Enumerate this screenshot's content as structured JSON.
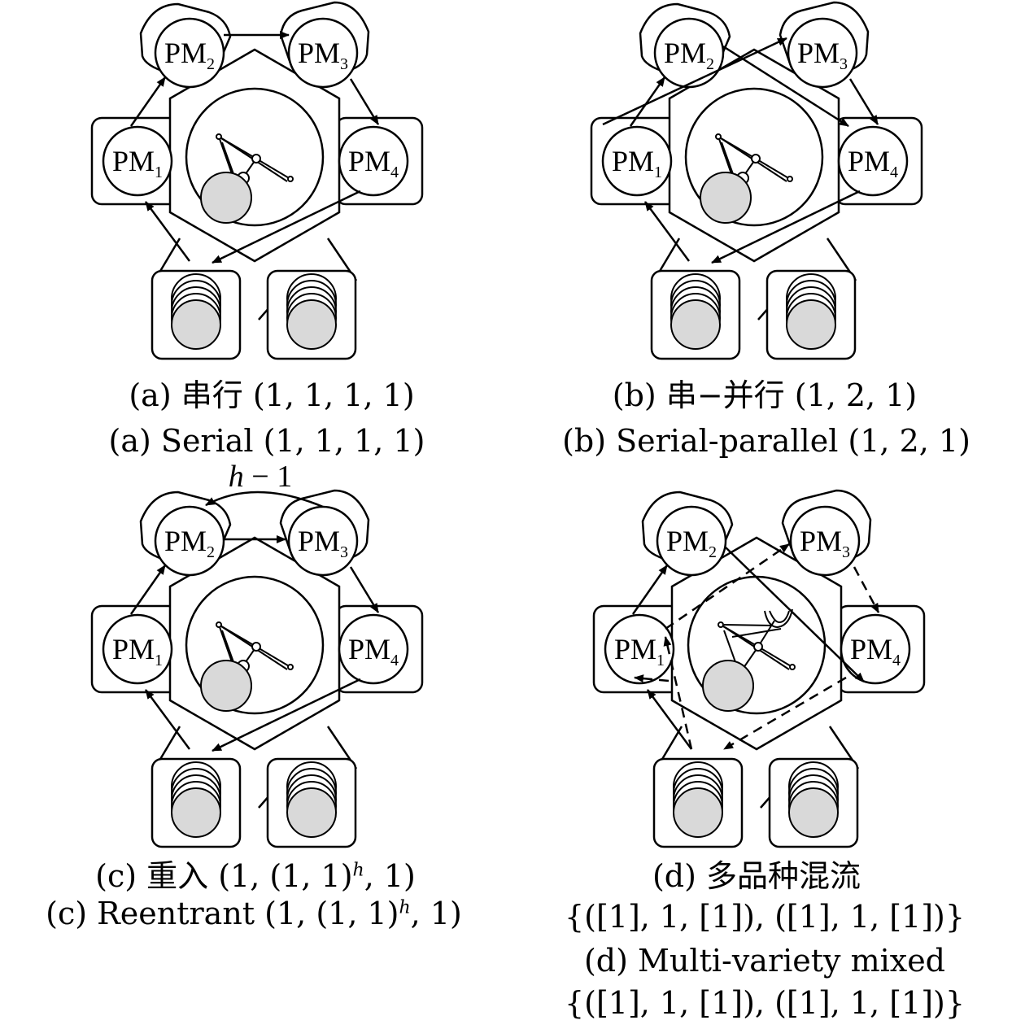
{
  "modules": {
    "pm1": {
      "prefix": "PM",
      "sub": "1"
    },
    "pm2": {
      "prefix": "PM",
      "sub": "2"
    },
    "pm3": {
      "prefix": "PM",
      "sub": "3"
    },
    "pm4": {
      "prefix": "PM",
      "sub": "4"
    }
  },
  "reentry_label": {
    "var": "h",
    "rest": " − 1"
  },
  "captions": {
    "a": {
      "zh": "(a) 串行 (1, 1, 1, 1)",
      "en": "(a) Serial (1, 1, 1, 1)"
    },
    "b": {
      "zh": "(b) 串−并行 (1, 2, 1)",
      "en": "(b) Serial-parallel (1, 2, 1)"
    },
    "c": {
      "zh_pre": "(c) 重入 (1, (1, 1)",
      "en_pre": "(c) Reentrant (1, (1, 1)",
      "sup": "h",
      "post": ", 1)"
    },
    "d": {
      "zh": "(d) 多品种混流",
      "zh_tuple": "{([1], 1, [1]), ([1], 1, [1])}",
      "en": "(d) Multi-variety mixed",
      "en_tuple": "{([1], 1, [1]), ([1], 1, [1])}"
    }
  }
}
